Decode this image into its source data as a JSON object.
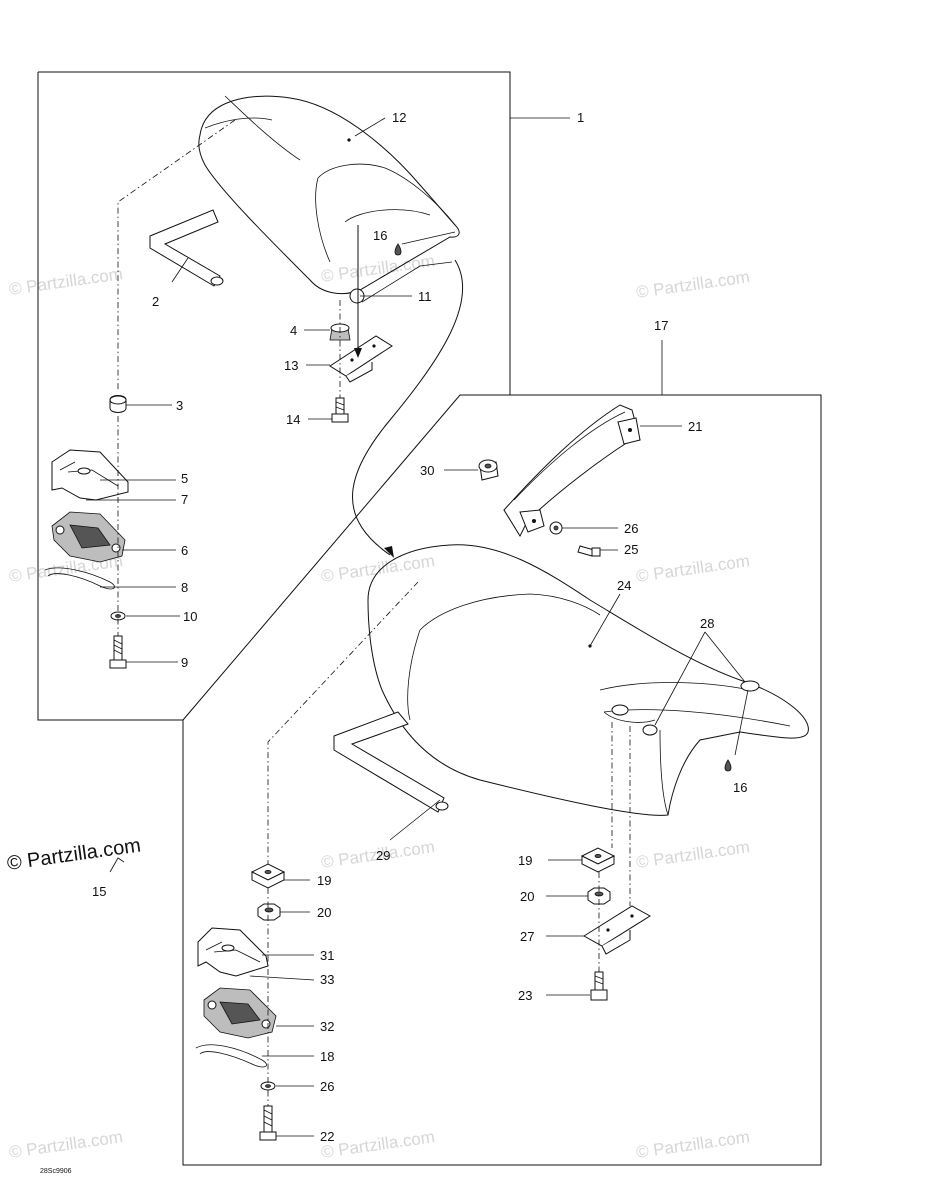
{
  "watermark": "© Partzilla.com",
  "brand_mark": "© Partzilla.com",
  "drawing_code": "28Sc9906",
  "callouts": {
    "c1": "1",
    "c2": "2",
    "c3": "3",
    "c4": "4",
    "c5": "5",
    "c6": "6",
    "c7": "7",
    "c8": "8",
    "c9": "9",
    "c10": "10",
    "c11": "11",
    "c12": "12",
    "c13": "13",
    "c14": "14",
    "c15": "15",
    "c16a": "16",
    "c16b": "16",
    "c17": "17",
    "c19a": "19",
    "c19b": "19",
    "c20a": "20",
    "c20b": "20",
    "c21": "21",
    "c22": "22",
    "c23": "23",
    "c24": "24",
    "c25": "25",
    "c26a": "26",
    "c26b": "26",
    "c27": "27",
    "c28": "28",
    "c29": "29",
    "c30": "30",
    "c31": "31",
    "c32": "32",
    "c33": "33",
    "c18": "18"
  }
}
